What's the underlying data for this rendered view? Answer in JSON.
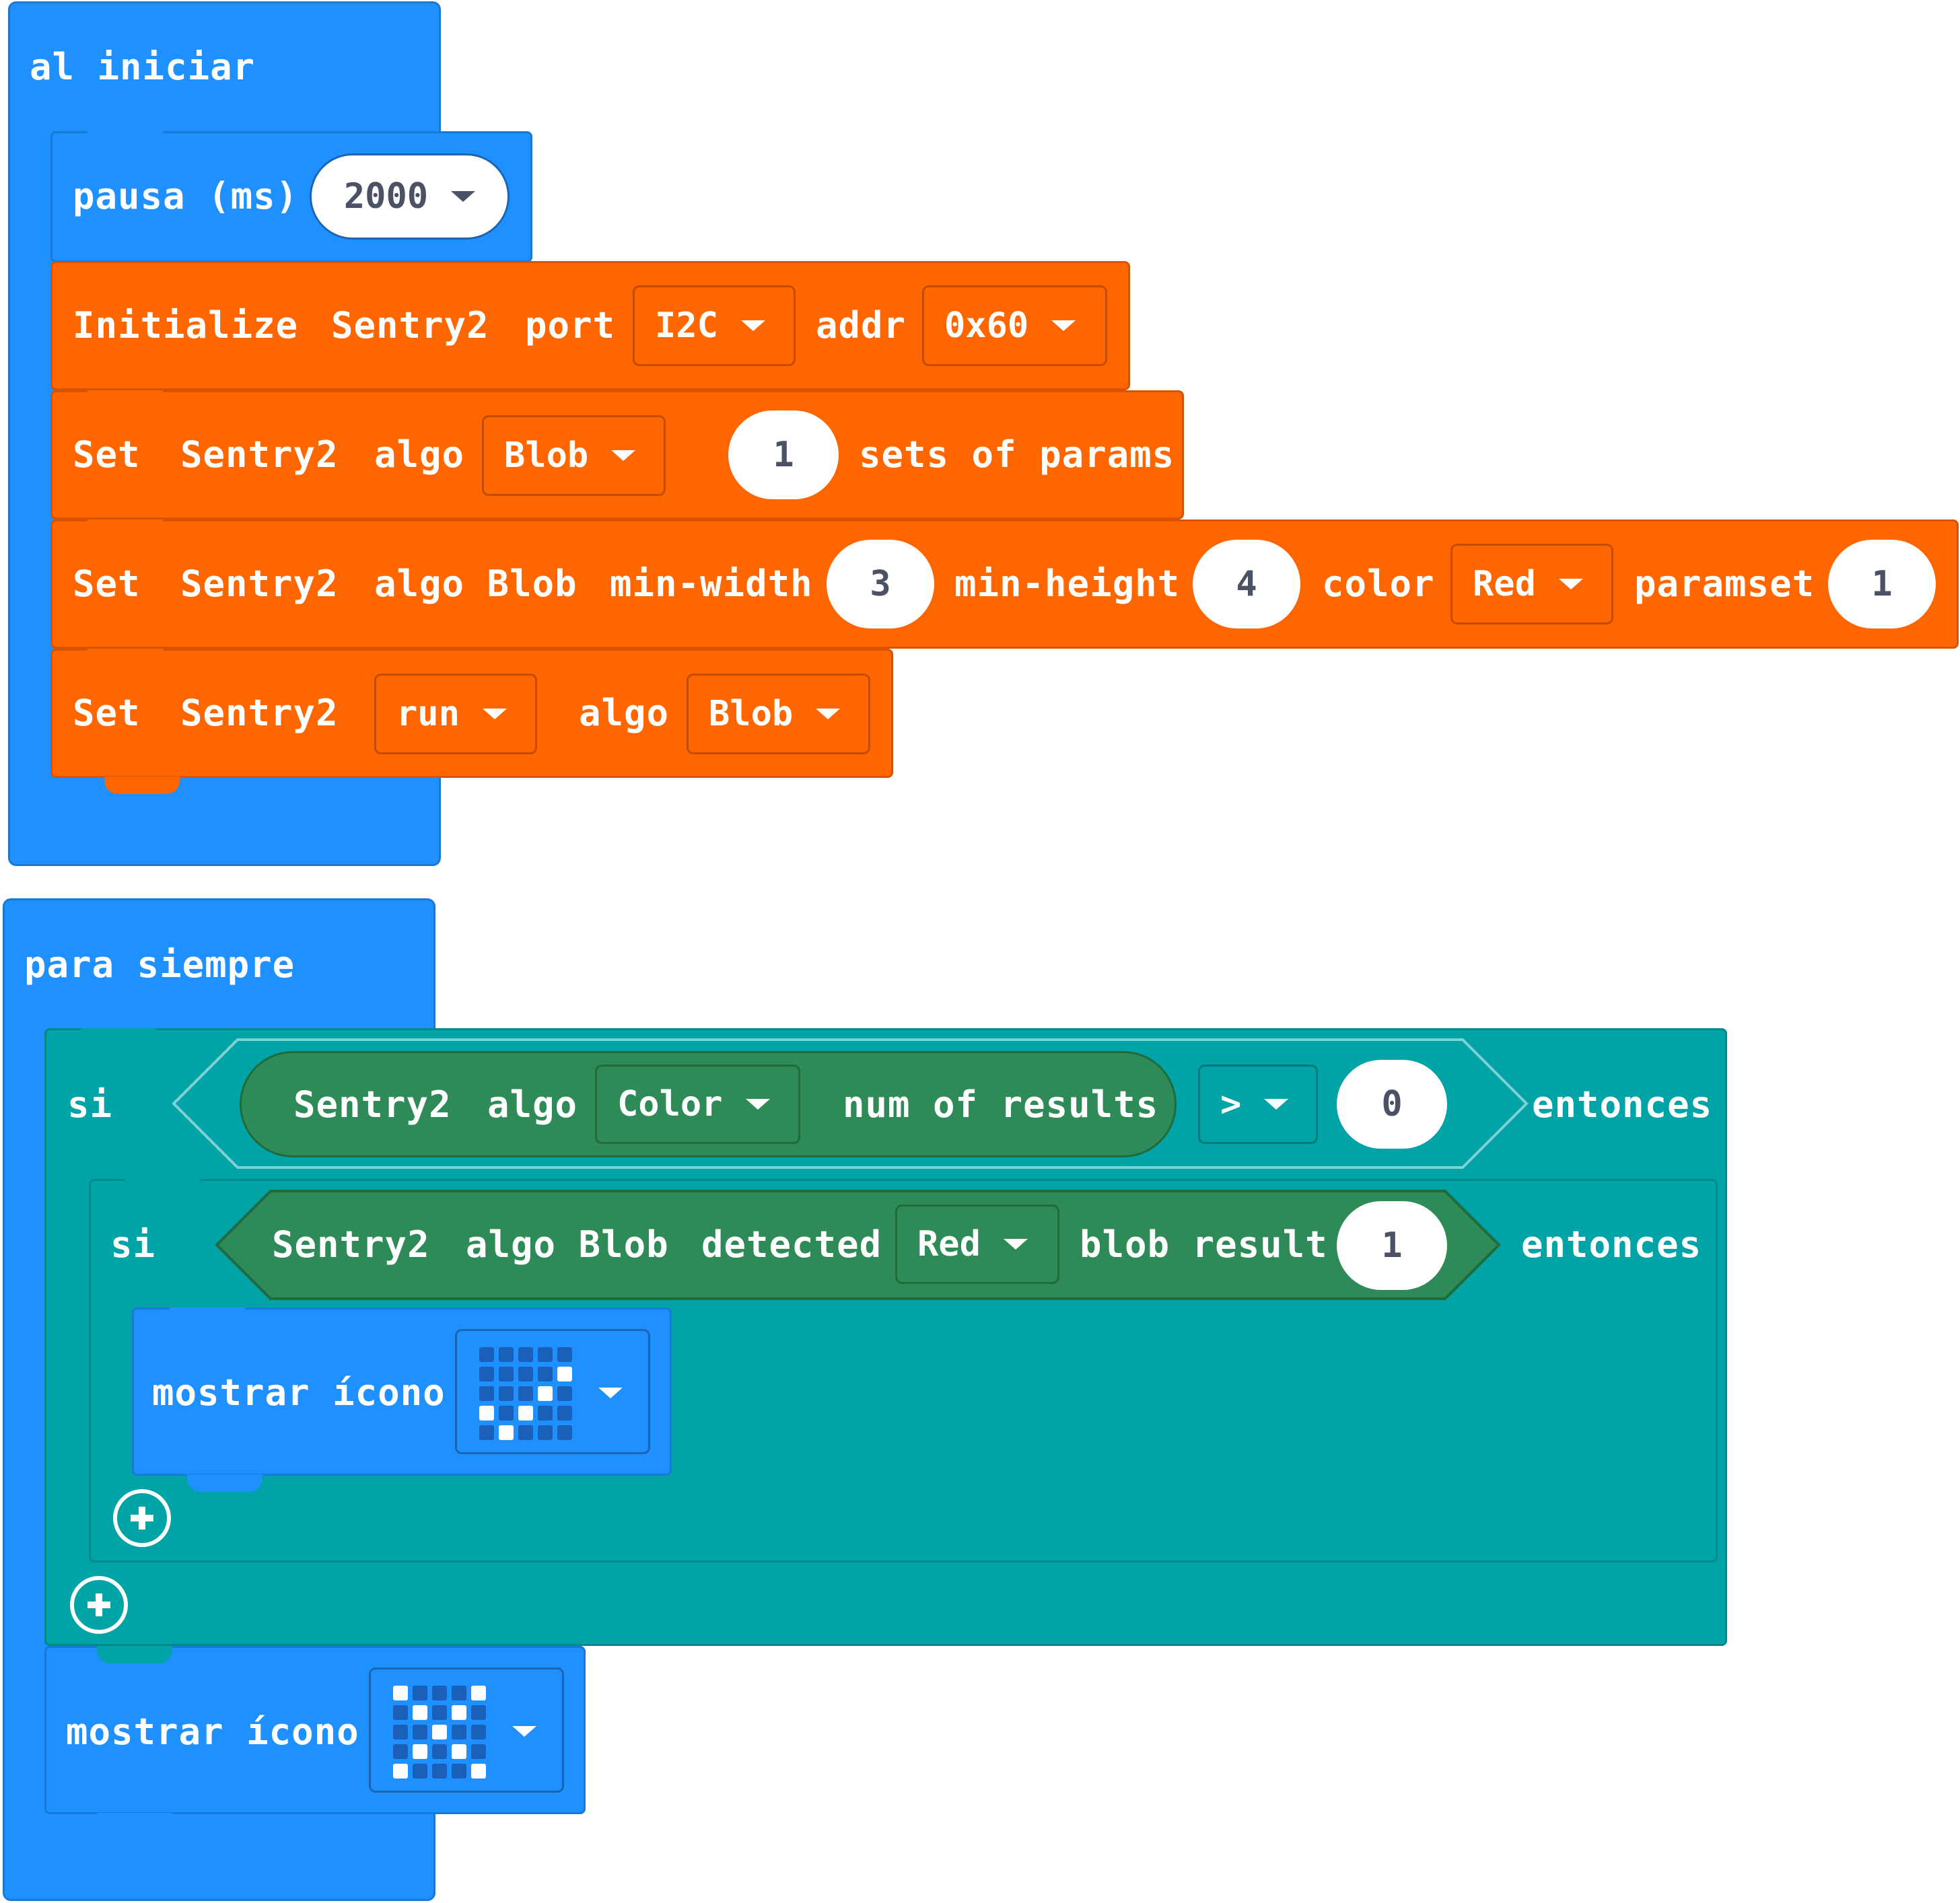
{
  "on_start": {
    "hat_label": "al iniciar",
    "pause": {
      "label": "pausa (ms)",
      "value": "2000"
    },
    "init": {
      "w1": "Initialize",
      "w2": "Sentry2",
      "w3": "port",
      "port": "I2C",
      "w4": "addr",
      "addr": "0x60"
    },
    "set_params": {
      "w1": "Set",
      "w2": "Sentry2",
      "w3": "algo",
      "algo": "Blob",
      "count": "1",
      "tail": "sets of params"
    },
    "set_blob": {
      "w1": "Set",
      "w2": "Sentry2",
      "w3": "algo Blob",
      "w4": "min-width",
      "min_width": "3",
      "w5": "min-height",
      "min_height": "4",
      "w6": "color",
      "color": "Red",
      "w7": "paramset",
      "paramset": "1"
    },
    "set_run": {
      "w1": "Set",
      "w2": "Sentry2",
      "mode": "run",
      "w3": "algo",
      "algo": "Blob"
    }
  },
  "forever": {
    "hat_label": "para siempre",
    "if1": {
      "si": "si",
      "cond": {
        "w1": "Sentry2",
        "w2": "algo",
        "algo": "Color",
        "w3": "num of results",
        "op": ">",
        "value": "0"
      },
      "then": "entonces"
    },
    "if2": {
      "si": "si",
      "cond": {
        "w1": "Sentry2",
        "w2": "algo Blob",
        "w3": "detected",
        "color": "Red",
        "w4": "blob result",
        "value": "1"
      },
      "then": "entonces"
    },
    "show_icon_1": {
      "label": "mostrar ícono",
      "pattern": [
        0,
        0,
        0,
        0,
        0,
        0,
        0,
        0,
        0,
        1,
        0,
        0,
        0,
        1,
        0,
        1,
        0,
        1,
        0,
        0,
        0,
        1,
        0,
        0,
        0
      ]
    },
    "show_icon_2": {
      "label": "mostrar ícono",
      "pattern": [
        1,
        0,
        0,
        0,
        1,
        0,
        1,
        0,
        1,
        0,
        0,
        0,
        1,
        0,
        0,
        0,
        1,
        0,
        1,
        0,
        1,
        0,
        0,
        0,
        1
      ]
    }
  },
  "colors": {
    "basic": "#1e90ff",
    "sentry": "#ff6600",
    "logic": "#00a4a6",
    "condition": "#2e8b57"
  }
}
